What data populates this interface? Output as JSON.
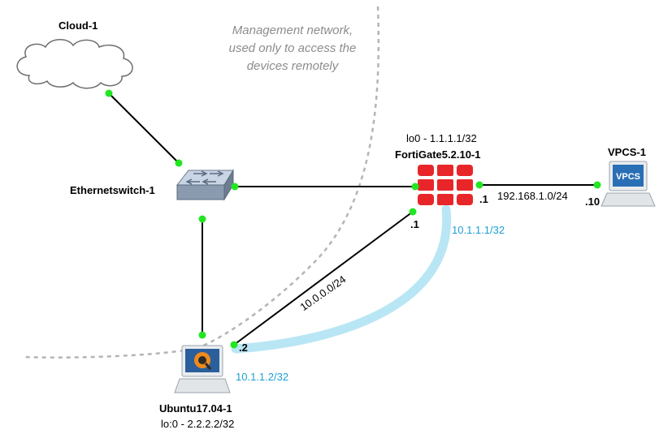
{
  "nodes": {
    "cloud": {
      "name": "Cloud-1"
    },
    "switch": {
      "name": "Ethernetswitch-1"
    },
    "fortigate": {
      "name": "FortiGate5.2.10-1",
      "loopback": "lo0 - 1.1.1.1/32"
    },
    "vpcs": {
      "name": "VPCS-1",
      "screen_text": "VPCS"
    },
    "ubuntu": {
      "name": "Ubuntu17.04-1",
      "loopback": "lo:0 - 2.2.2.2/32"
    }
  },
  "management_note": {
    "line1": "Management network,",
    "line2": "used only to access the",
    "line3": "devices remotely"
  },
  "links": {
    "fgt_vpcs": {
      "network": "192.168.1.0/24",
      "fgt_side": ".1",
      "vpcs_side": ".10"
    },
    "fgt_ubuntu": {
      "network": "10.0.0.0/24",
      "fgt_side": ".1",
      "ubuntu_side": ".2"
    }
  },
  "tunnel": {
    "fgt_ip": "10.1.1.1/32",
    "ubuntu_ip": "10.1.1.2/32"
  },
  "colors": {
    "link": "#000000",
    "port": "#22e622",
    "tunnel": "#b9e6f5",
    "tunnel_text": "#1e9fd4",
    "management": "#b4b4b4",
    "fortigate": "#e8262a"
  }
}
